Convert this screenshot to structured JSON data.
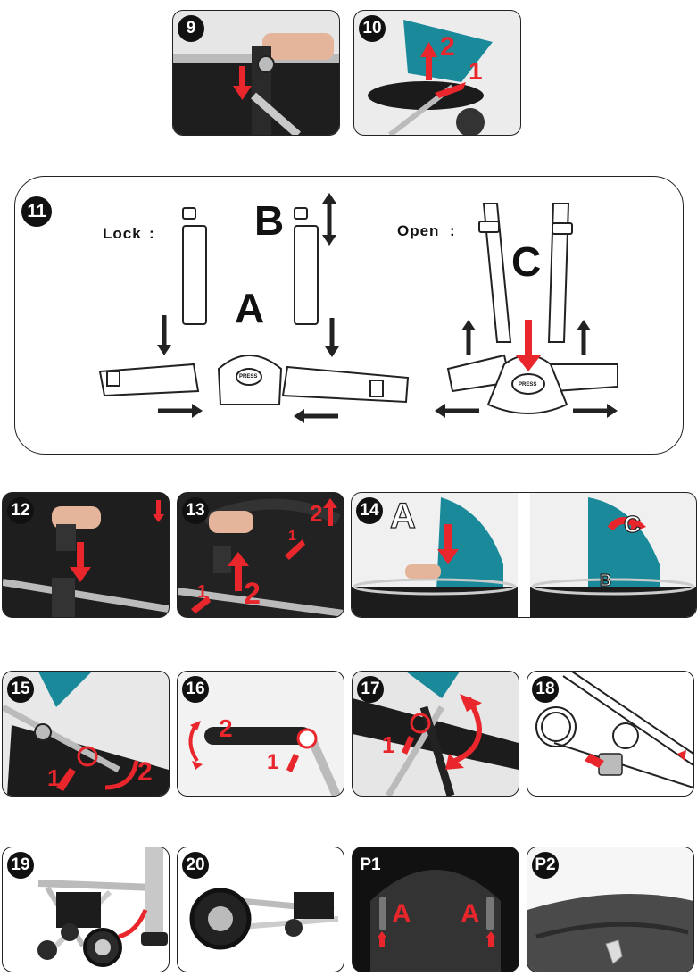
{
  "panels": {
    "p9": {
      "badge": "9"
    },
    "p10": {
      "badge": "10",
      "step_a": "2",
      "step_b": "1"
    },
    "p11": {
      "badge": "11",
      "lock_label": "Lock",
      "lock_colon": ":",
      "open_label": "Open",
      "open_colon": ":",
      "letter_a": "A",
      "letter_b": "B",
      "letter_c": "C",
      "press_left": "PRESS",
      "press_right": "PRESS"
    },
    "p12": {
      "badge": "12"
    },
    "p13": {
      "badge": "13",
      "step_a": "2",
      "step_b": "1",
      "step_c": "1",
      "step_d": "2"
    },
    "p14": {
      "badge": "14",
      "letter_a": "A",
      "letter_b": "B",
      "letter_c": "C"
    },
    "p15": {
      "badge": "15",
      "step_a": "1",
      "step_b": "2"
    },
    "p16": {
      "badge": "16",
      "step_a": "2",
      "step_b": "1"
    },
    "p17": {
      "badge": "17",
      "step_a": "1"
    },
    "p18": {
      "badge": "18"
    },
    "p19": {
      "badge": "19"
    },
    "p20": {
      "badge": "20"
    },
    "pp1": {
      "badge": "P1",
      "letter_a1": "A",
      "letter_a2": "A"
    },
    "pp2": {
      "badge": "P2"
    }
  },
  "colors": {
    "accent_red": "#e8262c",
    "canopy_teal": "#1a8a9a",
    "frame_dark": "#1b1b1b"
  }
}
